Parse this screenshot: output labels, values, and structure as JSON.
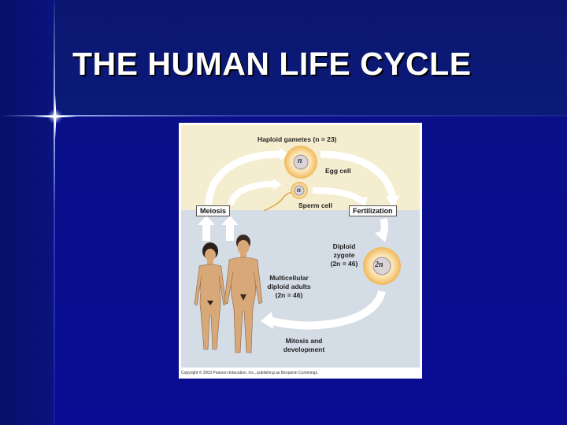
{
  "slide": {
    "title": "THE HUMAN LIFE CYCLE"
  },
  "diagram": {
    "haploid_gametes": "Haploid gametes (n = 23)",
    "egg_cell": "Egg cell",
    "sperm_cell": "Sperm cell",
    "egg_symbol": "n",
    "sperm_symbol": "n",
    "meiosis": "Meiosis",
    "fertilization": "Fertilization",
    "diploid_zygote_line1": "Diploid",
    "diploid_zygote_line2": "zygote",
    "diploid_zygote_line3": "(2n = 46)",
    "zygote_symbol": "2n",
    "adults_line1": "Multicellular",
    "adults_line2": "diploid adults",
    "adults_line3": "(2n = 46)",
    "mitosis_line1": "Mitosis and",
    "mitosis_line2": "development",
    "copyright": "Copyright © 2003 Pearson Education, Inc., publishing as Benjamin Cummings."
  },
  "colors": {
    "slide_background": "#0a0f86",
    "haploid_region": "#f5edcf",
    "diploid_region": "#d4dde6",
    "cell_ring": "#f2c46a",
    "skin": "#d9a878"
  },
  "icons": [
    "sparkle-icon",
    "egg-cell-icon",
    "sperm-cell-icon",
    "zygote-icon",
    "female-figure-icon",
    "male-figure-icon"
  ]
}
